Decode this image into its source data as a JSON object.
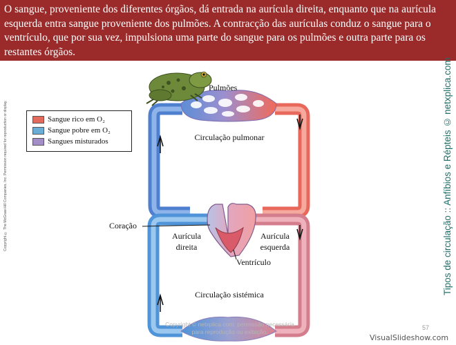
{
  "header": {
    "text": "O sangue, proveniente dos diferentes órgãos, dá entrada na aurícula direita, enquanto que na aurícula esquerda entra sangue proveniente dos pulmões. A contracção das aurículas conduz o sangue para o ventrículo, que por sua vez, impulsiona uma parte do sangue para os pulmões e outra parte para os restantes órgãos."
  },
  "sidebar": {
    "copyright": "Copyright © The McGraw-Hill Companies, Inc. Permission required for reproduction or display.",
    "title": "Tipos de circulação :: Anfíbios e Répteis © netxplica.com"
  },
  "legend": {
    "items": [
      {
        "label": "Sangue rico em O₂",
        "color": "#e46a5e"
      },
      {
        "label": "Sangue pobre em O₂",
        "color": "#6aaed8"
      },
      {
        "label": "Sangues misturados",
        "color": "#a48ec8"
      }
    ]
  },
  "diagram": {
    "lungs_label": "Pulmões",
    "pulmonary_label": "Circulação pulmonar",
    "heart_label": "Coração",
    "right_atrium_label": "Aurícula\ndireita",
    "left_atrium_label": "Aurícula\nesquerda",
    "ventricle_label": "Ventrículo",
    "systemic_label": "Circulação sistémica",
    "icons": [
      "frog-icon",
      "lung-capillaries-icon",
      "heart-icon"
    ]
  },
  "footer": {
    "note": "Copyright © netxplica.com: permissão necessária para reprodução ou exibição.",
    "page": "57",
    "watermark": "VisualSlideshow.com"
  }
}
